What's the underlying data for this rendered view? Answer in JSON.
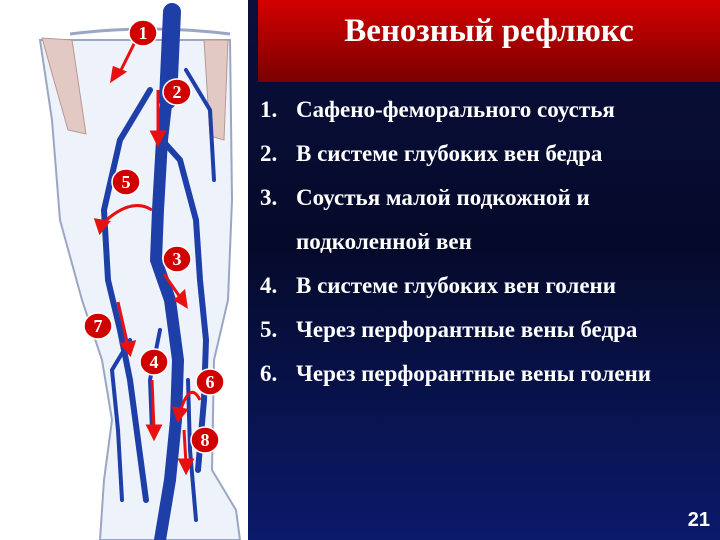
{
  "title": "Венозный рефлюкс",
  "items": [
    {
      "num": "1.",
      "text": "Сафено-феморального соустья"
    },
    {
      "num": "2.",
      "text": "В системе глубоких вен бедра"
    },
    {
      "num": "3.",
      "text": "Соустья малой подкожной и подколенной вен"
    },
    {
      "num": "4.",
      "text": "В системе глубоких вен голени"
    },
    {
      "num": "5.",
      "text": "Через перфорантные вены бедра"
    },
    {
      "num": "6.",
      "text": "Через перфорантные вены голени"
    }
  ],
  "badges": [
    "1",
    "2",
    "3",
    "4",
    "5",
    "6",
    "7",
    "8"
  ],
  "page_number": "21",
  "colors": {
    "title_bar": "#c00000",
    "vein": "#1e3fa8",
    "arrow": "#e81010",
    "badge": "#d00000",
    "background": "#050a2a"
  }
}
